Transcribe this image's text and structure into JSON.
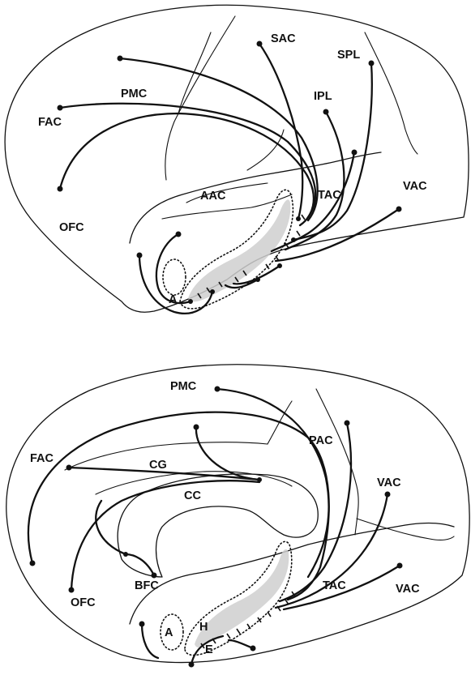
{
  "lateral_view": {
    "labels": {
      "sac": "SAC",
      "spl": "SPL",
      "pmc": "PMC",
      "ipl": "IPL",
      "fac": "FAC",
      "aac": "AAC",
      "tac": "TAC",
      "vac": "VAC",
      "ofc": "OFC",
      "a": "A"
    }
  },
  "medial_view": {
    "labels": {
      "pmc": "PMC",
      "fac": "FAC",
      "cg": "CG",
      "pac": "PAC",
      "vac_upper": "VAC",
      "cc": "CC",
      "bfc": "BFC",
      "ofc": "OFC",
      "tac": "TAC",
      "vac_lower": "VAC",
      "a": "A",
      "h": "H",
      "e": "E"
    }
  },
  "colors": {
    "ink": "#111111",
    "auditory_zone": "#cfcfcf",
    "background": "#ffffff"
  }
}
